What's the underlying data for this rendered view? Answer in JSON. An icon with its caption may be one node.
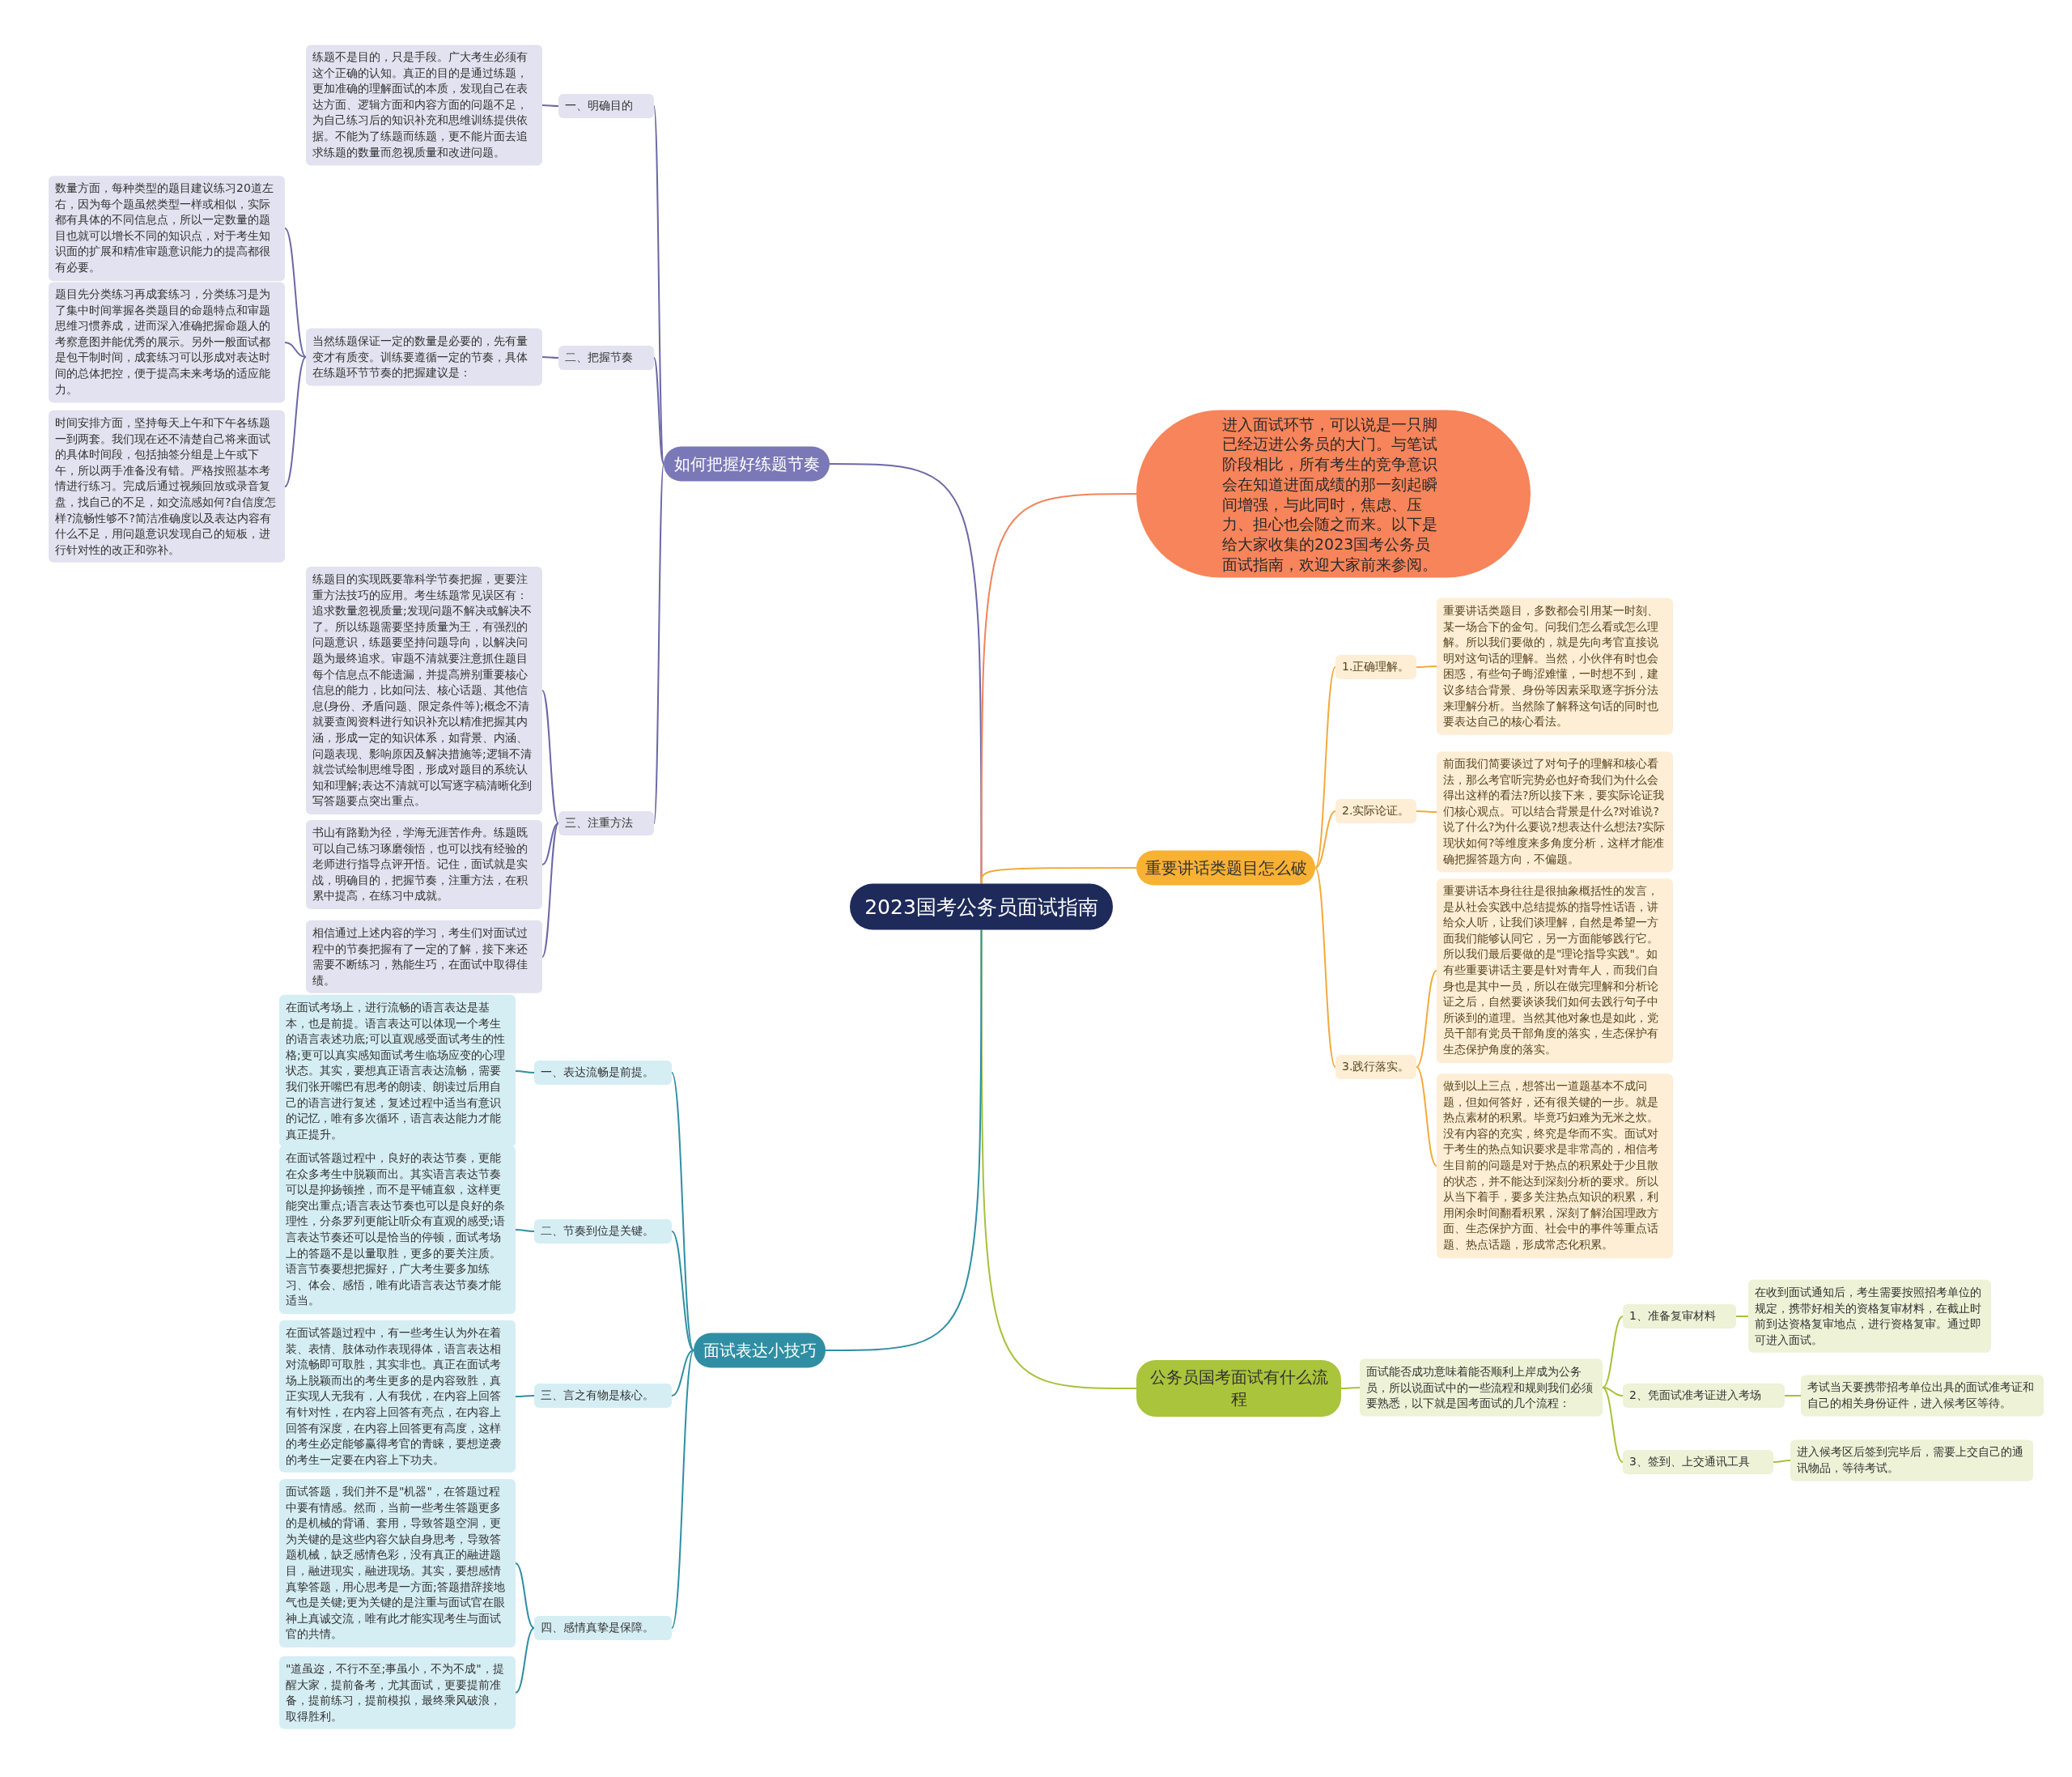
{
  "diagram": {
    "nodes": [
      {
        "text": [
          "2023国考公务员面试指南"
        ]
      },
      {
        "text": [
          "如何把握好练题节奏"
        ]
      },
      {
        "text": [
          "一、明确目的"
        ]
      },
      {
        "text": [
          "练题不是目的，只是手段。广大考生必须有这个正确的认知。真正的目的是通过练题，更加准确的理解面试的本质，发现自己在表达方面、逻辑方面和内容方面的问题不足，为自己练习后的知识补充和思维训练提供依据。不能为了练题而练题，更不能片面去追求练题的数量而忽视质量和改进问题。"
        ]
      },
      {
        "text": [
          "二、把握节奏"
        ]
      },
      {
        "text": [
          "当然练题保证一定的数量是必要的，先有量变才有质变。训练要遵循一定的节奏，具体在练题环节节奏的把握建议是："
        ]
      },
      {
        "text": [
          "数量方面，每种类型的题目建议练习20道左右，因为每个题虽然类型一样或相似，实际都有具体的不同信息点，所以一定数量的题目也就可以增长不同的知识点，对于考生知识面的扩展和精准审题意识能力的提高都很有必要。"
        ]
      },
      {
        "text": [
          "题目先分类练习再成套练习，分类练习是为了集中时间掌握各类题目的命题特点和审题思维习惯养成，进而深入准确把握命题人的考察意图并能优秀的展示。另外一般面试都是包干制时间，成套练习可以形成对表达时间的总体把控，便于提高未来考场的适应能力。"
        ]
      },
      {
        "text": [
          "时间安排方面，坚持每天上午和下午各练题一到两套。我们现在还不清楚自己将来面试的具体时间段，包括抽签分组是上午或下午，所以两手准备没有错。严格按照基本考情进行练习。完成后通过视频回放或录音复盘，找自己的不足，如交流感如何?自信度怎样?流畅性够不?简洁准确度以及表达内容有什么不足，用问题意识发现自己的短板，进行针对性的改正和弥补。"
        ]
      },
      {
        "text": [
          "三、注重方法"
        ]
      },
      {
        "text": [
          "练题目的实现既要靠科学节奏把握，更要注重方法技巧的应用。考生练题常见误区有：追求数量忽视质量;发现问题不解决或解决不了。所以练题需要坚持质量为王，有强烈的问题意识，练题要坚持问题导向，以解决问题为最终追求。审题不清就要注意抓住题目每个信息点不能遗漏，并提高辨别重要核心信息的能力，比如问法、核心话题、其他信息(身份、矛盾问题、限定条件等);概念不清就要查阅资料进行知识补充以精准把握其内涵，形成一定的知识体系，如背景、内涵、问题表现、影响原因及解决措施等;逻辑不清就尝试绘制思维导图，形成对题目的系统认知和理解;表达不清就可以写逐字稿清晰化到写答题要点突出重点。"
        ]
      },
      {
        "text": [
          "书山有路勤为径，学海无涯苦作舟。练题既可以自己练习琢磨领悟，也可以找有经验的老师进行指导点评开悟。记住，面试就是实战，明确目的，把握节奏，注重方法，在积累中提高，在练习中成就。"
        ]
      },
      {
        "text": [
          "相信通过上述内容的学习，考生们对面试过程中的节奏把握有了一定的了解，接下来还需要不断练习，熟能生巧，在面试中取得佳绩。"
        ]
      },
      {
        "text": [
          "进入面试环节，可以说是一只脚已经迈进公务员的大门。与笔试阶段相比，所有考生的竞争意识会在知道进面成绩的那一刻起瞬间增强，与此同时，焦虑、压力、担心也会随之而来。以下是给大家收集的2023国考公务员面试指南，欢迎大家前来参阅。"
        ]
      },
      {
        "text": [
          "重要讲话类题目怎么破"
        ]
      },
      {
        "text": [
          "1.正确理解。"
        ]
      },
      {
        "text": [
          "重要讲话类题目，多数都会引用某一时刻、某一场合下的金句。问我们怎么看或怎么理解。所以我们要做的，就是先向考官直接说明对这句话的理解。当然，小伙伴有时也会困惑，有些句子晦涩难懂，一时想不到，建议多结合背景、身份等因素采取逐字拆分法来理解分析。当然除了解释这句话的同时也要表达自己的核心看法。"
        ]
      },
      {
        "text": [
          "2.实际论证。"
        ]
      },
      {
        "text": [
          "前面我们简要谈过了对句子的理解和核心看法，那么考官听完势必也好奇我们为什么会得出这样的看法?所以接下来，要实际论证我们核心观点。可以结合背景是什么?对谁说?说了什么?为什么要说?想表达什么想法?实际现状如何?等维度来多角度分析，这样才能准确把握答题方向，不偏题。"
        ]
      },
      {
        "text": [
          "3.践行落实。"
        ]
      },
      {
        "text": [
          "重要讲话本身往往是很抽象概括性的发言，是从社会实践中总结提炼的指导性话语，讲给众人听，让我们谈理解，自然是希望一方面我们能够认同它，另一方面能够践行它。所以我们最后要做的是\"理论指导实践\"。如有些重要讲话主要是针对青年人，而我们自身也是其中一员，所以在做完理解和分析论证之后，自然要谈谈我们如何去践行句子中所谈到的道理。当然其他对象也是如此，党员干部有党员干部角度的落实，生态保护有生态保护角度的落实。"
        ]
      },
      {
        "text": [
          "做到以上三点，想答出一道题基本不成问题，但如何答好，还有很关键的一步。就是热点素材的积累。毕竟巧妇难为无米之炊。没有内容的充实，终究是华而不实。面试对于考生的热点知识要求是非常高的，相信考生目前的问题是对于热点的积累处于少且散的状态，并不能达到深刻分析的要求。所以从当下着手，要多关注热点知识的积累，利用闲余时间翻看积累，深刻了解治国理政方面、生态保护方面、社会中的事件等重点话题、热点话题，形成常态化积累。"
        ]
      },
      {
        "text": [
          "公务员国考面试有什么流程"
        ]
      },
      {
        "text": [
          "面试能否成功意味着能否顺利上岸成为公务员，所以说面试中的一些流程和规则我们必须要熟悉，以下就是国考面试的几个流程："
        ]
      },
      {
        "text": [
          "1、准备复审材料"
        ]
      },
      {
        "text": [
          "在收到面试通知后，考生需要按照招考单位的规定，携带好相关的资格复审材料，在截止时前到达资格复审地点，进行资格复审。通过即可进入面试。"
        ]
      },
      {
        "text": [
          "2、凭面试准考证进入考场"
        ]
      },
      {
        "text": [
          "考试当天要携带招考单位出具的面试准考证和自己的相关身份证件，进入候考区等待。"
        ]
      },
      {
        "text": [
          "3、签到、上交通讯工具"
        ]
      },
      {
        "text": [
          "进入候考区后签到完毕后，需要上交自己的通讯物品，等待考试。"
        ]
      },
      {
        "text": [
          "面试表达小技巧"
        ]
      },
      {
        "text": [
          "一、表达流畅是前提。"
        ]
      },
      {
        "text": [
          "在面试考场上，进行流畅的语言表达是基本，也是前提。语言表达可以体现一个考生的语言表述功底;可以直观感受面试考生的性格;更可以真实感知面试考生临场应变的心理状态。其实，要想真正语言表达流畅，需要我们张开嘴巴有思考的朗读、朗读过后用自己的语言进行复述，复述过程中适当有意识的记忆，唯有多次循环，语言表达能力才能真正提升。"
        ]
      },
      {
        "text": [
          "二、节奏到位是关键。"
        ]
      },
      {
        "text": [
          "在面试答题过程中，良好的表达节奏，更能在众多考生中脱颖而出。其实语言表达节奏可以是抑扬顿挫，而不是平铺直叙，这样更能突出重点;语言表达节奏也可以是良好的条理性，分条罗列更能让听众有直观的感受;语言表达节奏还可以是恰当的停顿，面试考场上的答题不是以量取胜，更多的要关注质。语言节奏要想把握好，广大考生要多加练习、体会、感悟，唯有此语言表达节奏才能适当。"
        ]
      },
      {
        "text": [
          "三、言之有物是核心。"
        ]
      },
      {
        "text": [
          "在面试答题过程中，有一些考生认为外在着装、表情、肢体动作表现得体，语言表达相对流畅即可取胜，其实非也。真正在面试考场上脱颖而出的考生更多的是内容致胜，真正实现人无我有，人有我优，在内容上回答有针对性，在内容上回答有亮点，在内容上回答有深度，在内容上回答更有高度，这样的考生必定能够赢得考官的青睐，要想逆袭的考生一定要在内容上下功夫。"
        ]
      },
      {
        "text": [
          "四、感情真挚是保障。"
        ]
      },
      {
        "text": [
          "面试答题，我们并不是\"机器\"，在答题过程中要有情感。然而，当前一些考生答题更多的是机械的背诵、套用，导致答题空洞，更为关键的是这些内容欠缺自身思考，导致答题机械，缺乏感情色彩，没有真正的融进题目，融进现实，融进现场。其实，要想感情真挚答题，用心思考是一方面;答题措辞接地气也是关键;更为关键的是注重与面试官在眼神上真诚交流，唯有此才能实现考生与面试官的共情。"
        ]
      },
      {
        "text": [
          "\"道虽迩，不行不至;事虽小，不为不成\"，提醒大家，提前备考，尤其面试，更要提前准备，提前练习，提前模拟，最终乘风破浪，取得胜利。"
        ]
      }
    ],
    "edges": [
      {
        "from": 0,
        "to": 1,
        "arrow": "none"
      },
      {
        "from": 1,
        "to": 2,
        "arrow": "none"
      },
      {
        "from": 2,
        "to": 3,
        "arrow": "none"
      },
      {
        "from": 1,
        "to": 4,
        "arrow": "none"
      },
      {
        "from": 4,
        "to": 5,
        "arrow": "none"
      },
      {
        "from": 5,
        "to": 6,
        "arrow": "none"
      },
      {
        "from": 5,
        "to": 7,
        "arrow": "none"
      },
      {
        "from": 5,
        "to": 8,
        "arrow": "none"
      },
      {
        "from": 1,
        "to": 9,
        "arrow": "none"
      },
      {
        "from": 9,
        "to": 10,
        "arrow": "none"
      },
      {
        "from": 9,
        "to": 11,
        "arrow": "none"
      },
      {
        "from": 9,
        "to": 12,
        "arrow": "none"
      },
      {
        "from": 0,
        "to": 13,
        "arrow": "none",
        "color": "#f2845a"
      },
      {
        "from": 0,
        "to": 14,
        "arrow": "none",
        "color": "#f3aa3c"
      },
      {
        "from": 14,
        "to": 15,
        "arrow": "none",
        "color": "#f3aa3c"
      },
      {
        "from": 15,
        "to": 16,
        "arrow": "none",
        "color": "#f3aa3c"
      },
      {
        "from": 14,
        "to": 17,
        "arrow": "none",
        "color": "#f3aa3c"
      },
      {
        "from": 17,
        "to": 18,
        "arrow": "none",
        "color": "#f3aa3c"
      },
      {
        "from": 14,
        "to": 19,
        "arrow": "none",
        "color": "#f3aa3c"
      },
      {
        "from": 19,
        "to": 20,
        "arrow": "none",
        "color": "#f3aa3c"
      },
      {
        "from": 19,
        "to": 21,
        "arrow": "none",
        "color": "#f3aa3c"
      },
      {
        "from": 0,
        "to": 22,
        "arrow": "none",
        "color": "#a6c23a"
      },
      {
        "from": 22,
        "to": 23,
        "arrow": "none",
        "color": "#a6c23a"
      },
      {
        "from": 23,
        "to": 24,
        "arrow": "none",
        "color": "#a6c23a"
      },
      {
        "from": 24,
        "to": 25,
        "arrow": "none",
        "color": "#a6c23a"
      },
      {
        "from": 23,
        "to": 26,
        "arrow": "none",
        "color": "#a6c23a"
      },
      {
        "from": 26,
        "to": 27,
        "arrow": "none",
        "color": "#a6c23a"
      },
      {
        "from": 23,
        "to": 28,
        "arrow": "none",
        "color": "#a6c23a"
      },
      {
        "from": 28,
        "to": 29,
        "arrow": "none",
        "color": "#a6c23a"
      },
      {
        "from": 0,
        "to": 30,
        "arrow": "none",
        "color": "#2e8fa3"
      },
      {
        "from": 30,
        "to": 31,
        "arrow": "none",
        "color": "#2e8fa3"
      },
      {
        "from": 31,
        "to": 32,
        "arrow": "none",
        "color": "#2e8fa3"
      },
      {
        "from": 30,
        "to": 33,
        "arrow": "none",
        "color": "#2e8fa3"
      },
      {
        "from": 33,
        "to": 34,
        "arrow": "none",
        "color": "#2e8fa3"
      },
      {
        "from": 30,
        "to": 35,
        "arrow": "none",
        "color": "#2e8fa3"
      },
      {
        "from": 35,
        "to": 36,
        "arrow": "none",
        "color": "#2e8fa3"
      },
      {
        "from": 30,
        "to": 37,
        "arrow": "none",
        "color": "#2e8fa3"
      },
      {
        "from": 37,
        "to": 38,
        "arrow": "none",
        "color": "#2e8fa3"
      },
      {
        "from": 37,
        "to": 39,
        "arrow": "none",
        "color": "#2e8fa3"
      }
    ]
  }
}
